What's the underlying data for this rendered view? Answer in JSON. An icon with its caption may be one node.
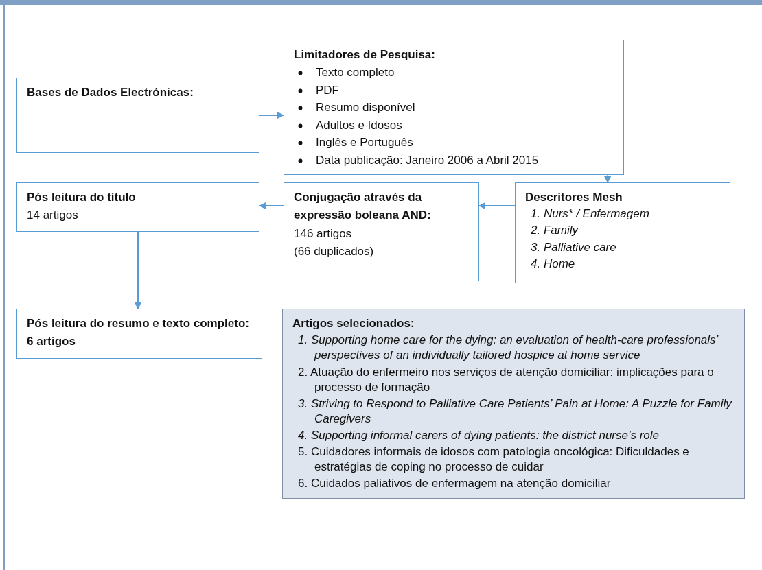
{
  "diagram": {
    "nodes": [
      {
        "text": [
          "Bases de Dados  Electrónicas:"
        ]
      },
      {
        "text": [
          "Limitadores de Pesquisa:",
          "Texto completo",
          "PDF",
          "Resumo disponível",
          "Adultos e Idosos",
          "Inglês e Português",
          "Data publicação: Janeiro 2006 a Abril 2015"
        ]
      },
      {
        "text": [
          "Descritores Mesh",
          "1.  Nurs* / Enfermagem",
          "2.  Family",
          "3.  Palliative care",
          "4.  Home"
        ]
      },
      {
        "text": [
          "Conjugação através da expressão boleana AND:",
          "146 artigos",
          "(66 duplicados)"
        ]
      },
      {
        "text": [
          "Pós leitura do título",
          "14 artigos"
        ]
      },
      {
        "text": [
          "Pós leitura do resumo e texto completo: 6 artigos"
        ]
      },
      {
        "text": [
          "Artigos selecionados:",
          "*1.  Supporting home care for the dying: an evaluation of health-care professionals’ perspectives of an individually tailored hospice at home service*",
          "2.  Atuação do enfermeiro nos serviços de atenção domiciliar: implicações para o processo de formação",
          "*3.  Striving to Respond to Palliative Care Patients’ Pain at Home: A Puzzle for Family Caregivers*",
          "*4.  Supporting informal carers of dying patients: the district nurse’s role*",
          "5.  Cuidadores informais de idosos com patologia oncológica: Dificuldades e estratégias de coping no processo de cuidar",
          "6.  Cuidados paliativos de enfermagem na atenção domiciliar"
        ]
      }
    ],
    "edges": [
      {
        "from": 0,
        "to": 1,
        "arrow": "to"
      },
      {
        "from": 1,
        "to": 2,
        "arrow": "to"
      },
      {
        "from": 2,
        "to": 3,
        "arrow": "to"
      },
      {
        "from": 3,
        "to": 4,
        "arrow": "to"
      },
      {
        "from": 4,
        "to": 5,
        "arrow": "to"
      }
    ]
  }
}
